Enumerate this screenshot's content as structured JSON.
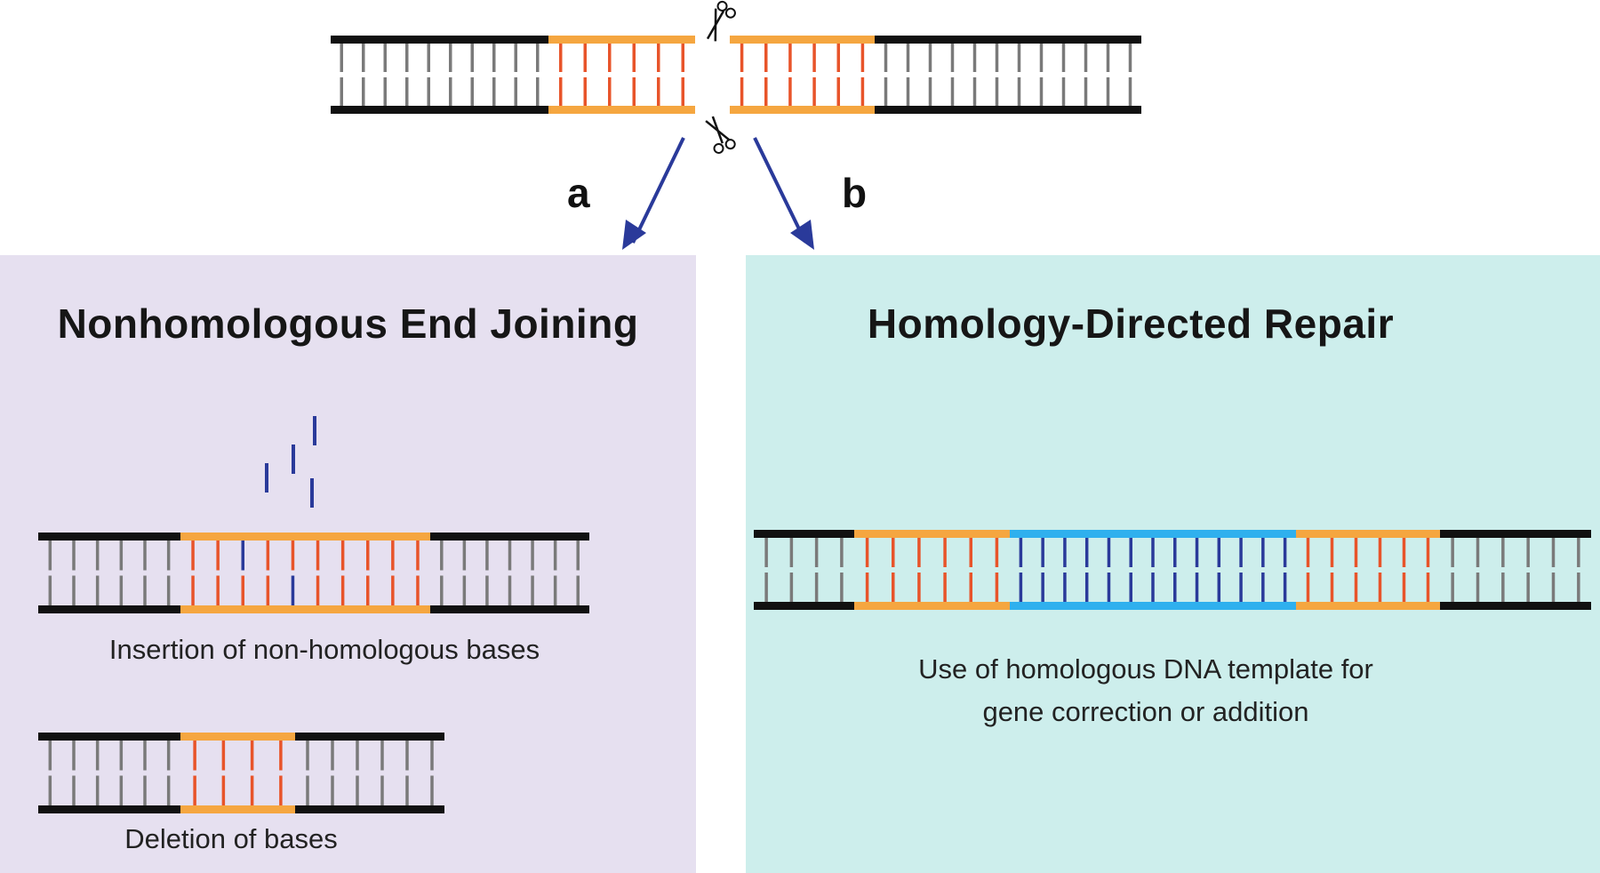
{
  "pathways": [
    {
      "letter": "a",
      "title": "Nonhomologous End Joining",
      "color": "#e6e0f0"
    },
    {
      "letter": "b",
      "title": "Homology-Directed Repair",
      "color": "#cdeeec"
    }
  ],
  "captions": {
    "insertion": "Insertion of non-homologous bases",
    "deletion": "Deletion of bases",
    "hdr_line1": "Use of homologous DNA template for",
    "hdr_line2": "gene correction or addition"
  },
  "colors": {
    "backbone": "#111111",
    "rung_gray": "#7a7a7a",
    "homology_arm": "#f5a640",
    "homology_rung": "#e8542a",
    "inserted_base": "#2a3a9a",
    "template": "#2fb0ee",
    "arrow": "#2a3a9a"
  },
  "icons": [
    "scissors-icon",
    "scissors-icon"
  ]
}
